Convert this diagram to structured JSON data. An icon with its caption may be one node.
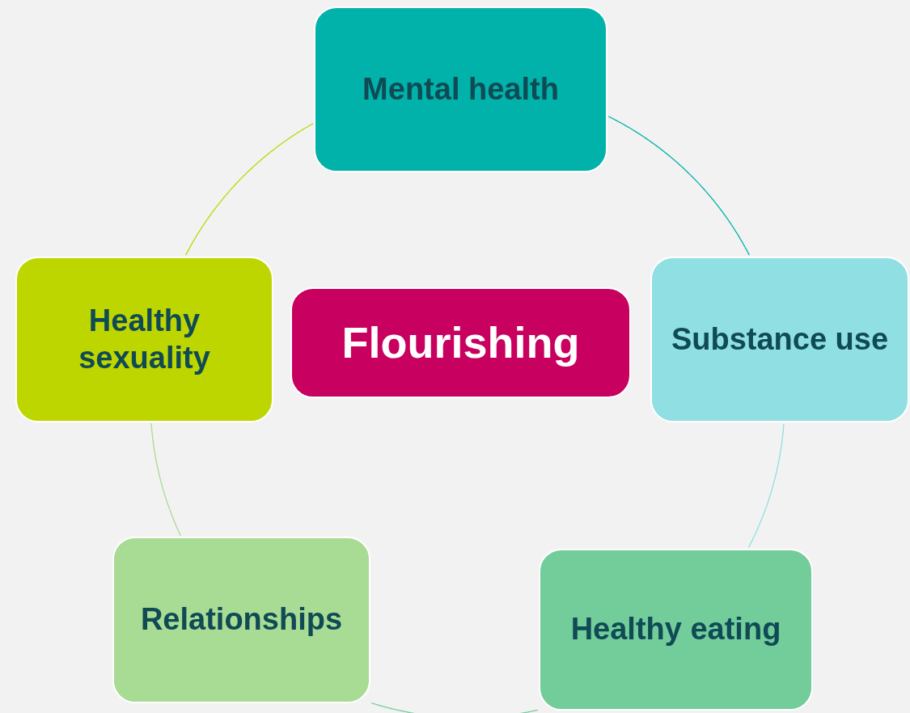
{
  "diagram": {
    "nodes": [
      {
        "text": [
          "Mental health"
        ]
      },
      {
        "text": [
          "Substance use"
        ]
      },
      {
        "text": [
          "Healthy eating"
        ]
      },
      {
        "text": [
          "Relationships"
        ]
      },
      {
        "text": [
          "Healthy sexuality"
        ]
      },
      {
        "text": [
          "Flourishing"
        ]
      }
    ],
    "edges": [
      {
        "from": 0,
        "to": 1,
        "arrow": "none",
        "color": "#00b2a9"
      },
      {
        "from": 1,
        "to": 2,
        "arrow": "none",
        "color": "#8fdfe3"
      },
      {
        "from": 2,
        "to": 3,
        "arrow": "none",
        "color": "#72cd9b"
      },
      {
        "from": 3,
        "to": 4,
        "arrow": "none",
        "color": "#a8db93"
      },
      {
        "from": 4,
        "to": 0,
        "arrow": "none",
        "color": "#bed600"
      }
    ]
  }
}
